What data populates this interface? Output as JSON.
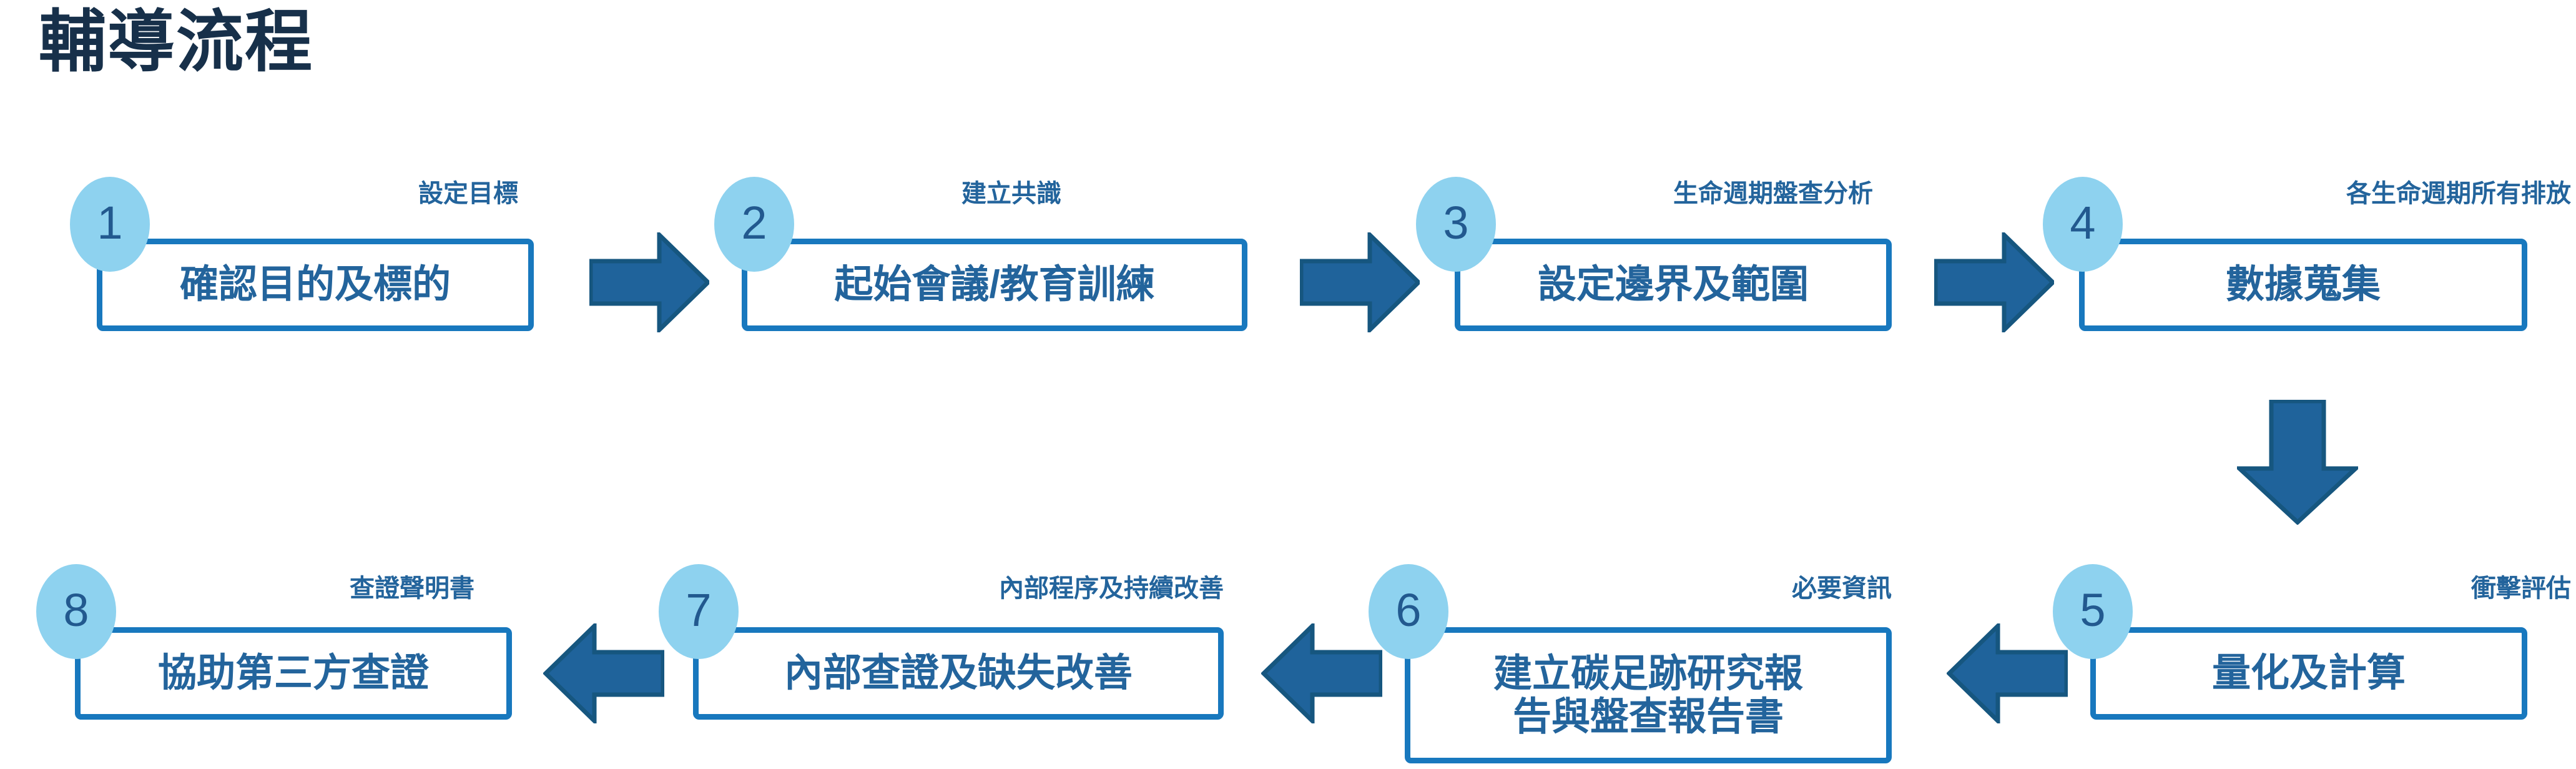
{
  "title": "輔導流程",
  "colors": {
    "title": "#17304a",
    "box_border": "#1878be",
    "box_text": "#23649c",
    "caption_text": "#23649c",
    "bubble_fill": "#8ed2ef",
    "bubble_text": "#22598f",
    "arrow_fill": "#1f639b",
    "arrow_stroke": "#16567f",
    "background": "#ffffff"
  },
  "steps": [
    {
      "number": "1",
      "caption": "設定目標",
      "label": "確認目的及標的",
      "icon": "step-circle-icon"
    },
    {
      "number": "2",
      "caption": "建立共識",
      "label": "起始會議/教育訓練",
      "icon": "step-circle-icon"
    },
    {
      "number": "3",
      "caption": "生命週期盤查分析",
      "label": "設定邊界及範圍",
      "icon": "step-circle-icon"
    },
    {
      "number": "4",
      "caption": "各生命週期所有排放",
      "label": "數據蒐集",
      "icon": "step-circle-icon"
    },
    {
      "number": "5",
      "caption": "衝擊評估",
      "label": "量化及計算",
      "icon": "step-circle-icon"
    },
    {
      "number": "6",
      "caption": "必要資訊",
      "label": "建立碳足跡研究報\n告與盤查報告書",
      "icon": "step-circle-icon"
    },
    {
      "number": "7",
      "caption": "內部程序及持續改善",
      "label": "內部查證及缺失改善",
      "icon": "step-circle-icon"
    },
    {
      "number": "8",
      "caption": "查證聲明書",
      "label": "協助第三方查證",
      "icon": "step-circle-icon"
    }
  ],
  "connectors": [
    {
      "name": "arrow-right-step1-to-step2",
      "direction": "right"
    },
    {
      "name": "arrow-right-step2-to-step3",
      "direction": "right"
    },
    {
      "name": "arrow-right-step3-to-step4",
      "direction": "right"
    },
    {
      "name": "arrow-down-step4-to-step5",
      "direction": "down"
    },
    {
      "name": "arrow-left-step5-to-step6",
      "direction": "left"
    },
    {
      "name": "arrow-left-step6-to-step7",
      "direction": "left"
    },
    {
      "name": "arrow-left-step7-to-step8",
      "direction": "left"
    }
  ]
}
